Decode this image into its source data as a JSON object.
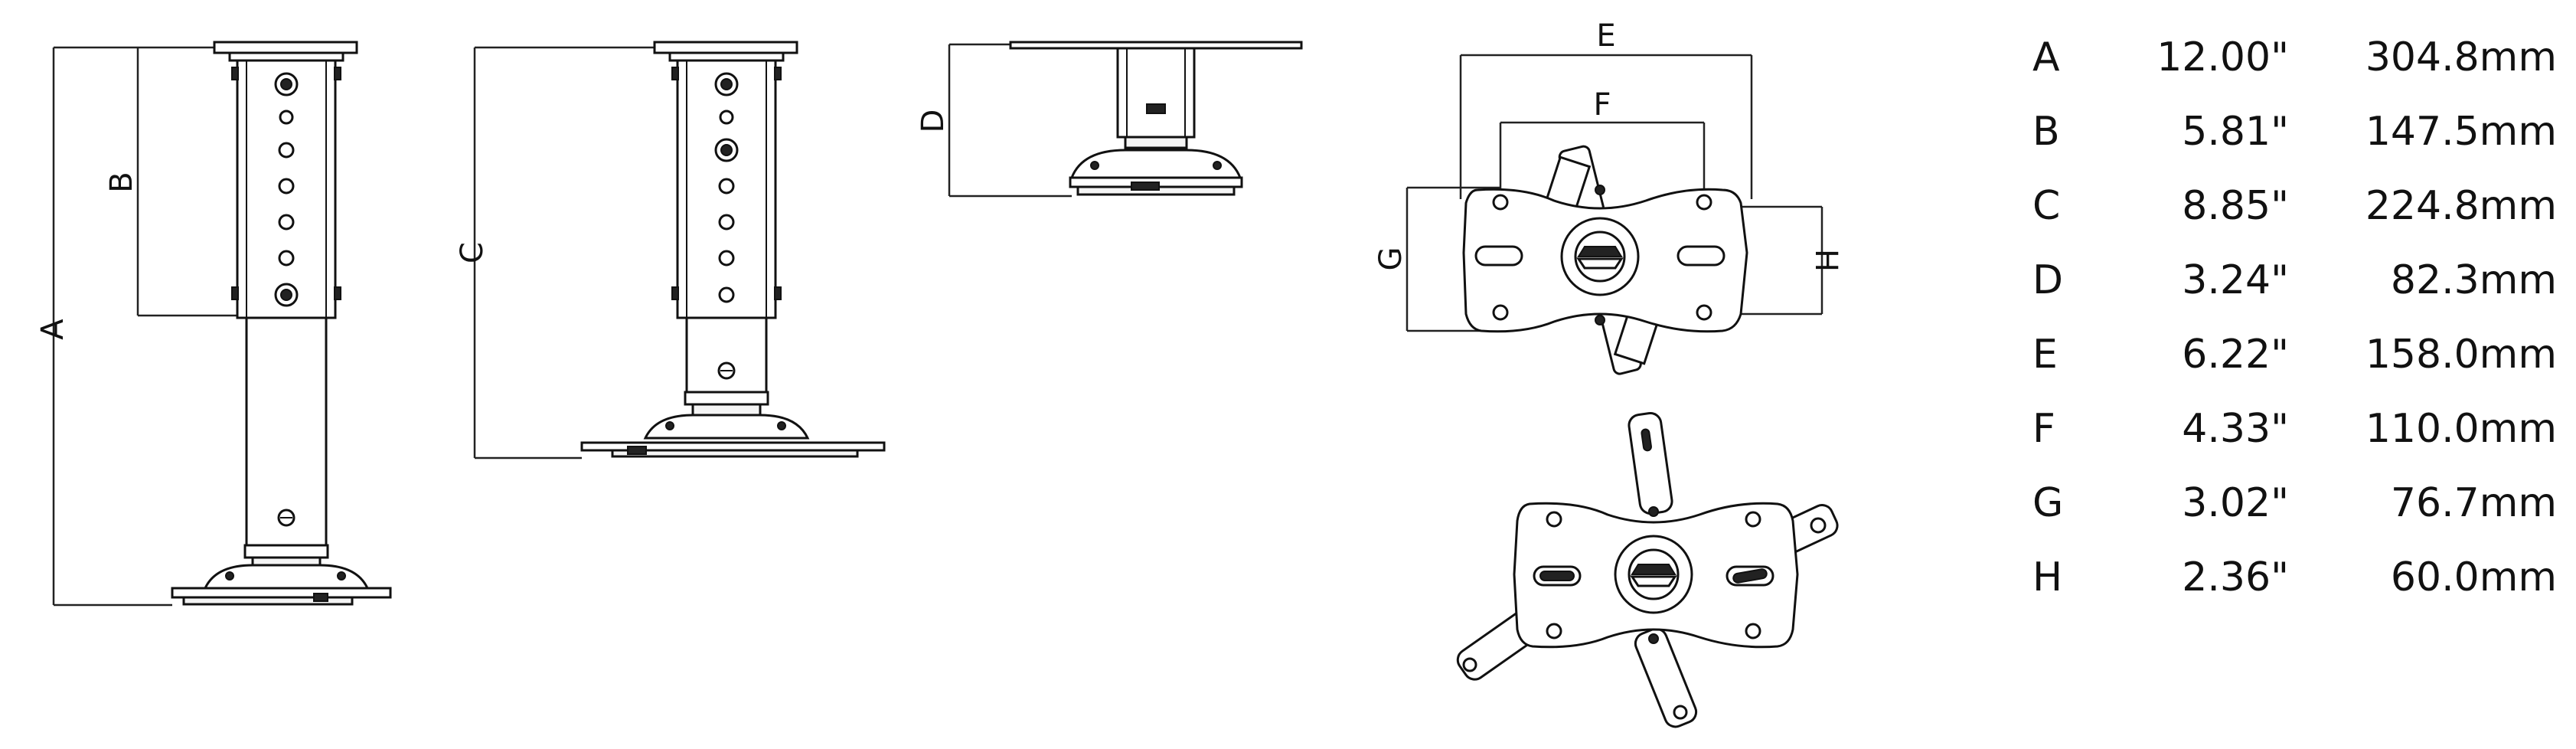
{
  "diagram": {
    "dimension_labels": {
      "A": "A",
      "B": "B",
      "C": "C",
      "D": "D",
      "E": "E",
      "F": "F",
      "G": "G",
      "H": "H"
    },
    "dimension_table": [
      {
        "key": "A",
        "inches": "12.00\"",
        "mm": "304.8mm"
      },
      {
        "key": "B",
        "inches": "5.81\"",
        "mm": "147.5mm"
      },
      {
        "key": "C",
        "inches": "8.85\"",
        "mm": "224.8mm"
      },
      {
        "key": "D",
        "inches": "3.24\"",
        "mm": "82.3mm"
      },
      {
        "key": "E",
        "inches": "6.22\"",
        "mm": "158.0mm"
      },
      {
        "key": "F",
        "inches": "4.33\"",
        "mm": "110.0mm"
      },
      {
        "key": "G",
        "inches": "3.02\"",
        "mm": "76.7mm"
      },
      {
        "key": "H",
        "inches": "2.36\"",
        "mm": "60.0mm"
      }
    ]
  }
}
